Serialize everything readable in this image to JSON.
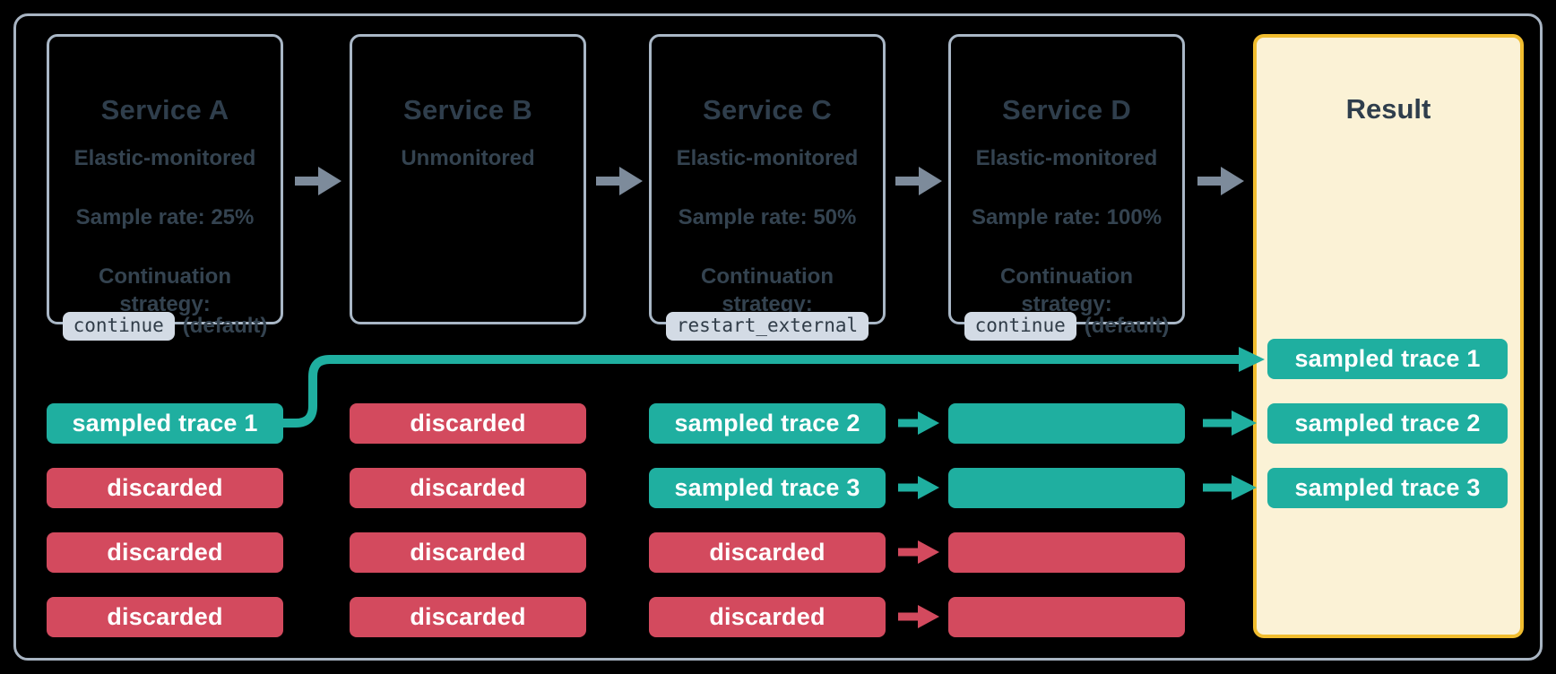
{
  "services": [
    {
      "title": "Service A",
      "monitoring": "Elastic-monitored",
      "sample_rate": "Sample rate: 25%",
      "continuation_label": "Continuation strategy:",
      "strategy_code": "continue",
      "strategy_note": "(default)"
    },
    {
      "title": "Service B",
      "monitoring": "Unmonitored",
      "sample_rate": "",
      "continuation_label": "",
      "strategy_code": "",
      "strategy_note": ""
    },
    {
      "title": "Service C",
      "monitoring": "Elastic-monitored",
      "sample_rate": "Sample rate: 50%",
      "continuation_label": "Continuation strategy:",
      "strategy_code": "restart_external",
      "strategy_note": ""
    },
    {
      "title": "Service D",
      "monitoring": "Elastic-monitored",
      "sample_rate": "Sample rate: 100%",
      "continuation_label": "Continuation strategy:",
      "strategy_code": "continue",
      "strategy_note": "(default)"
    }
  ],
  "result": {
    "title": "Result",
    "traces": [
      {
        "label": "sampled trace 1",
        "status": "sampled"
      },
      {
        "label": "sampled trace 2",
        "status": "sampled"
      },
      {
        "label": "sampled trace 3",
        "status": "sampled"
      }
    ]
  },
  "columns": {
    "service_a": [
      {
        "label": "sampled trace 1",
        "status": "sampled"
      },
      {
        "label": "discarded",
        "status": "discarded"
      },
      {
        "label": "discarded",
        "status": "discarded"
      },
      {
        "label": "discarded",
        "status": "discarded"
      }
    ],
    "service_b": [
      {
        "label": "discarded",
        "status": "discarded"
      },
      {
        "label": "discarded",
        "status": "discarded"
      },
      {
        "label": "discarded",
        "status": "discarded"
      },
      {
        "label": "discarded",
        "status": "discarded"
      }
    ],
    "service_c": [
      {
        "label": "sampled trace 2",
        "status": "sampled"
      },
      {
        "label": "sampled trace 3",
        "status": "sampled"
      },
      {
        "label": "discarded",
        "status": "discarded"
      },
      {
        "label": "discarded",
        "status": "discarded"
      }
    ],
    "service_d": [
      {
        "label": "",
        "status": "sampled"
      },
      {
        "label": "",
        "status": "sampled"
      },
      {
        "label": "",
        "status": "discarded"
      },
      {
        "label": "",
        "status": "discarded"
      }
    ]
  },
  "connectors": [
    {
      "from": "service-a",
      "to": "service-b",
      "type": "flow-arrow",
      "color": "gray"
    },
    {
      "from": "service-b",
      "to": "service-c",
      "type": "flow-arrow",
      "color": "gray"
    },
    {
      "from": "service-c",
      "to": "service-d",
      "type": "flow-arrow",
      "color": "gray"
    },
    {
      "from": "service-d",
      "to": "result",
      "type": "flow-arrow",
      "color": "gray"
    },
    {
      "from": "service-a-trace-1",
      "to": "result-trace-1",
      "type": "elbow-arrow",
      "color": "teal"
    },
    {
      "from": "service-c-trace-1",
      "to": "service-d-trace-1",
      "type": "arrow",
      "color": "teal"
    },
    {
      "from": "service-c-trace-2",
      "to": "service-d-trace-2",
      "type": "arrow",
      "color": "teal"
    },
    {
      "from": "service-c-trace-3",
      "to": "service-d-trace-3",
      "type": "arrow",
      "color": "red"
    },
    {
      "from": "service-c-trace-4",
      "to": "service-d-trace-4",
      "type": "arrow",
      "color": "red"
    },
    {
      "from": "service-d-trace-1",
      "to": "result-trace-2",
      "type": "arrow",
      "color": "teal"
    },
    {
      "from": "service-d-trace-2",
      "to": "result-trace-3",
      "type": "arrow",
      "color": "teal"
    }
  ],
  "colors": {
    "sampled_teal": "#1FAFA0",
    "discarded_red": "#D34A5E",
    "arrow_gray": "#7D8B9B",
    "frame_border": "#A8B4C2",
    "card_border": "#A9B7C6",
    "text_dark": "#2F3E4C",
    "text_body": "#344350",
    "chip_bg": "#D3DBE5",
    "chip_text": "#303C48",
    "result_bg": "#FBF2D6",
    "result_border": "#F1BD2F"
  }
}
